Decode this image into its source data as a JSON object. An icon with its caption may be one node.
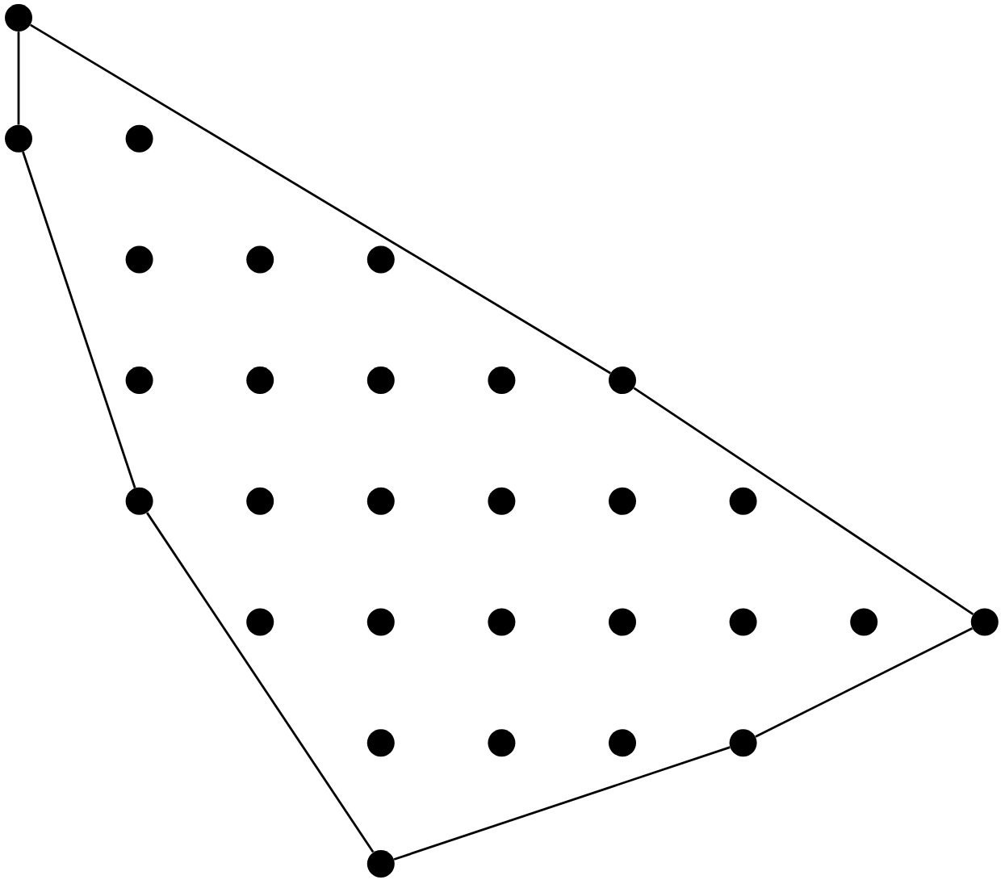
{
  "diagram": {
    "nodes": [
      {
        "text": [],
        "shape": "circle"
      },
      {
        "text": [],
        "shape": "circle"
      },
      {
        "text": [],
        "shape": "circle"
      },
      {
        "text": [],
        "shape": "circle"
      },
      {
        "text": [],
        "shape": "circle"
      },
      {
        "text": [],
        "shape": "circle"
      },
      {
        "text": [],
        "shape": "circle"
      },
      {
        "text": [],
        "shape": "circle"
      },
      {
        "text": [],
        "shape": "circle"
      },
      {
        "text": [],
        "shape": "circle"
      },
      {
        "text": [],
        "shape": "circle"
      },
      {
        "text": [],
        "shape": "circle"
      },
      {
        "text": [],
        "shape": "circle"
      },
      {
        "text": [],
        "shape": "circle"
      },
      {
        "text": [],
        "shape": "circle"
      },
      {
        "text": [],
        "shape": "circle"
      },
      {
        "text": [],
        "shape": "circle"
      },
      {
        "text": [],
        "shape": "circle"
      },
      {
        "text": [],
        "shape": "circle"
      },
      {
        "text": [],
        "shape": "circle"
      },
      {
        "text": [],
        "shape": "circle"
      },
      {
        "text": [],
        "shape": "circle"
      },
      {
        "text": [],
        "shape": "circle"
      },
      {
        "text": [],
        "shape": "circle"
      },
      {
        "text": [],
        "shape": "circle"
      },
      {
        "text": [],
        "shape": "circle"
      },
      {
        "text": [],
        "shape": "circle"
      },
      {
        "text": [],
        "shape": "circle"
      },
      {
        "text": [],
        "shape": "circle"
      }
    ],
    "edges": [
      {
        "from": 0,
        "to": 1,
        "arrow": "none"
      },
      {
        "from": 1,
        "to": 11,
        "arrow": "none"
      },
      {
        "from": 11,
        "to": 28,
        "arrow": "none"
      },
      {
        "from": 28,
        "to": 27,
        "arrow": "none"
      },
      {
        "from": 27,
        "to": 23,
        "arrow": "none"
      },
      {
        "from": 23,
        "to": 10,
        "arrow": "none"
      },
      {
        "from": 10,
        "to": 0,
        "arrow": "none"
      }
    ]
  }
}
